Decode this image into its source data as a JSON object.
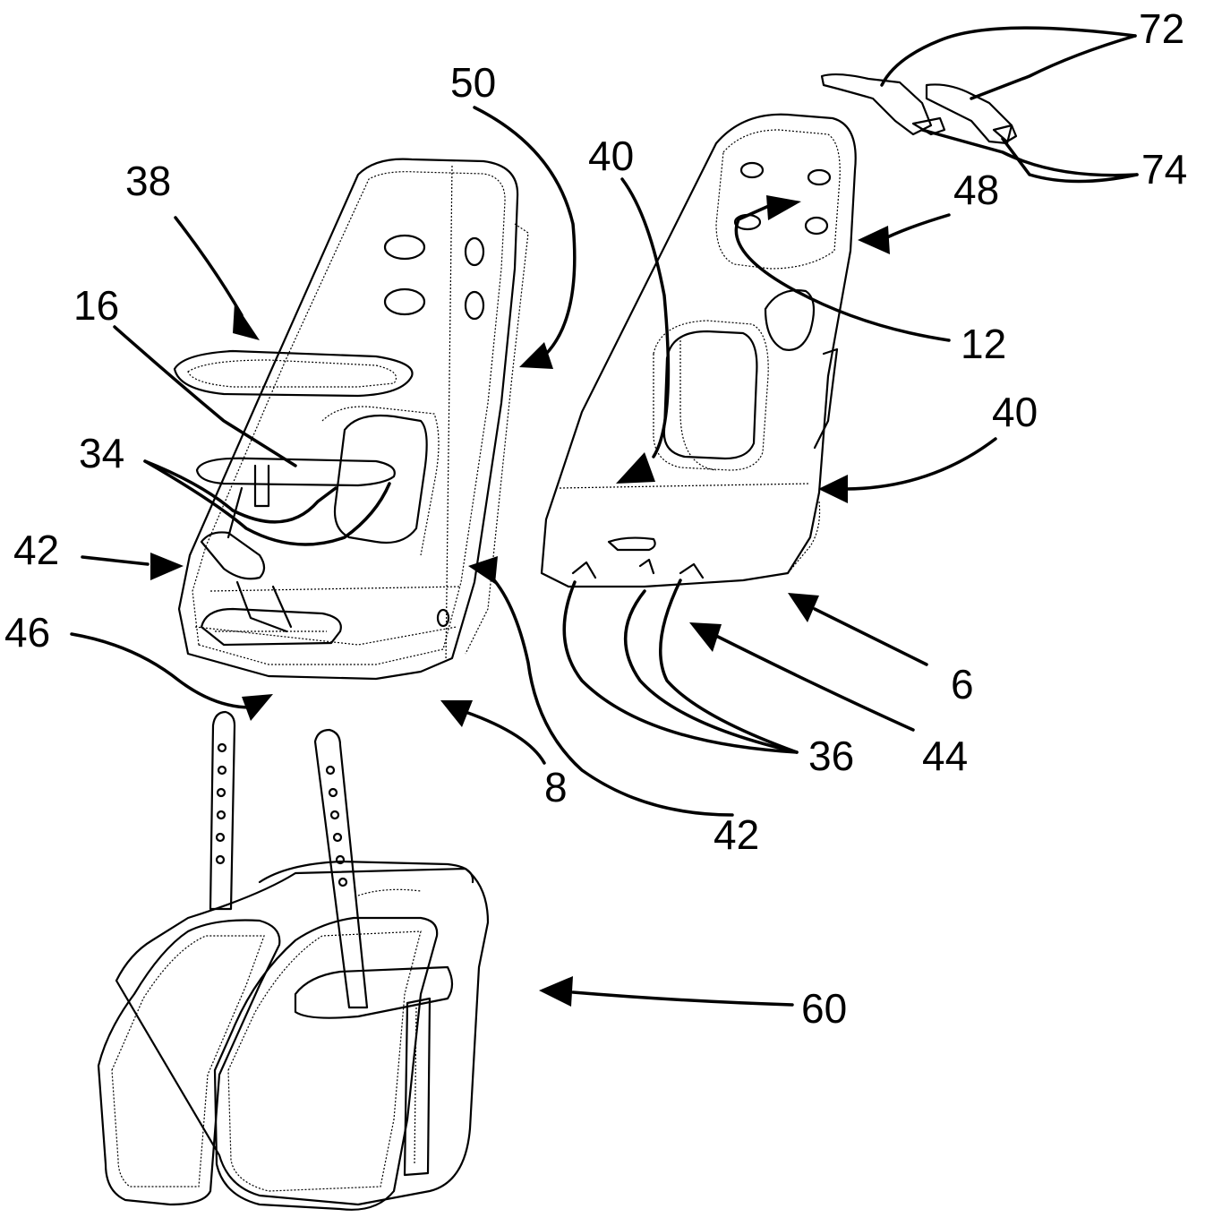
{
  "labels": {
    "l72": "72",
    "l50": "50",
    "l40a": "40",
    "l38": "38",
    "l74": "74",
    "l48": "48",
    "l16": "16",
    "l12": "12",
    "l34": "34",
    "l40b": "40",
    "l42a": "42",
    "l46": "46",
    "l6": "6",
    "l36": "36",
    "l44": "44",
    "l8": "8",
    "l42b": "42",
    "l60": "60"
  }
}
